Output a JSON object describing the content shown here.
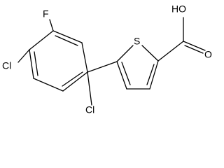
{
  "molecule": {
    "atom_labels": {
      "fluorine": "F",
      "chlorine_left": "Cl",
      "chlorine_bottom": "Cl",
      "sulfur": "S",
      "hydroxyl": "HO",
      "carbonyl_oxygen": "O"
    }
  }
}
